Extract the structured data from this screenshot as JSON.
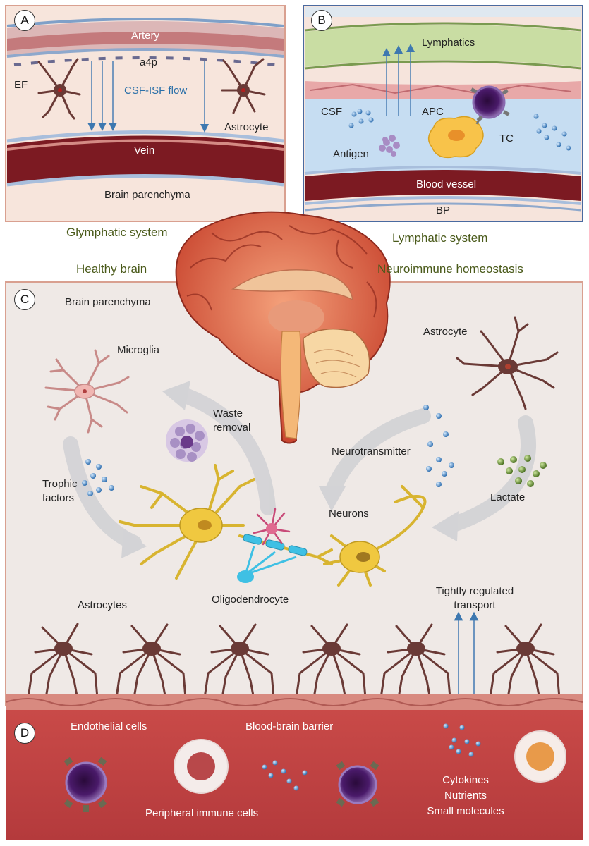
{
  "panels": {
    "a": "A",
    "b": "B",
    "c": "C",
    "d": "D"
  },
  "panel_a": {
    "artery": "Artery",
    "a4p": "a4p",
    "ef": "EF",
    "csf_isf_flow": "CSF-ISF flow",
    "astrocyte": "Astrocyte",
    "vein": "Vein",
    "brain_parenchyma": "Brain parenchyma",
    "caption": "Glymphatic system"
  },
  "panel_b": {
    "lymphatics": "Lymphatics",
    "csf": "CSF",
    "apc": "APC",
    "tc": "TC",
    "antigen": "Antigen",
    "blood_vessel": "Blood vessel",
    "bp": "BP",
    "caption": "Lymphatic system"
  },
  "header": {
    "healthy_brain": "Healthy brain",
    "neuroimmune": "Neuroimmune homeostasis"
  },
  "panel_c": {
    "brain_parenchyma": "Brain parenchyma",
    "microglia": "Microglia",
    "waste_removal_1": "Waste",
    "waste_removal_2": "removal",
    "astrocyte": "Astrocyte",
    "neurotransmitter": "Neurotransmitter",
    "trophic_1": "Trophic",
    "trophic_2": "factors",
    "lactate": "Lactate",
    "neurons": "Neurons",
    "oligodendrocyte": "Oligodendrocyte",
    "astrocytes": "Astrocytes",
    "tight_1": "Tightly regulated",
    "tight_2": "transport"
  },
  "panel_d": {
    "endothelial": "Endothelial cells",
    "bbb": "Blood-brain barrier",
    "peripheral": "Peripheral immune cells",
    "cytokines": "Cytokines",
    "nutrients": "Nutrients",
    "small_molecules": "Small molecules"
  },
  "colors": {
    "artery": "#c98787",
    "vein": "#7a1a22",
    "lymphatics": "#c6dca0",
    "csf_blue": "#c4dcf0",
    "panel_bg": "#f8e8e0",
    "blood": "#c0484a",
    "astrocyte": "#7a4a44",
    "neuron": "#e8c040",
    "myelin": "#40c0e0",
    "flow_arrow": "#4a7fb5"
  }
}
